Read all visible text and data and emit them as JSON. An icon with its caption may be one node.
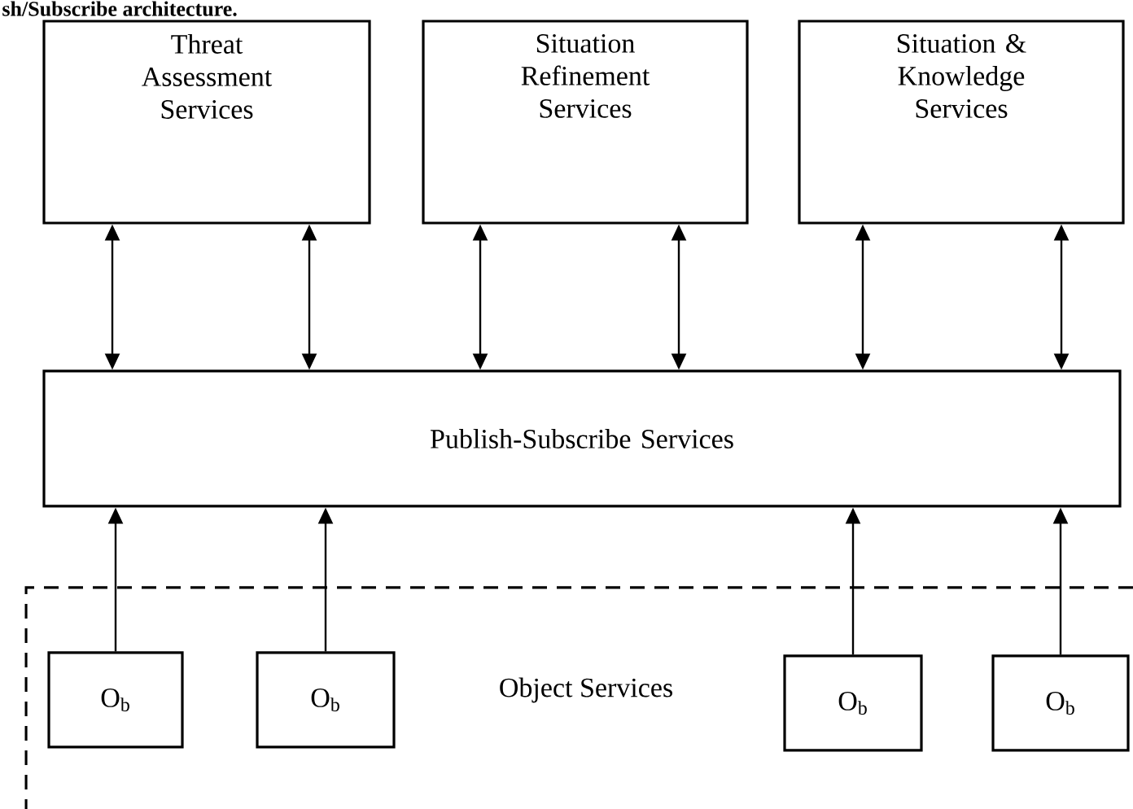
{
  "diagram": {
    "title": "sh/Subscribe architecture.",
    "nodes": [
      {
        "text": [
          "Threat Assessment Services"
        ]
      },
      {
        "text": [
          "Situation Refinement Services"
        ]
      },
      {
        "text": [
          "Situation & Knowledge Services"
        ]
      },
      {
        "text": [
          "Publish-Subscribe Services"
        ]
      },
      {
        "text": [
          "Object Services"
        ]
      },
      {
        "text": [
          "O$_{b}$"
        ],
        "in": 4
      },
      {
        "text": [
          "O$_{b}$"
        ],
        "in": 4
      },
      {
        "text": [
          "O$_{b}$"
        ],
        "in": 4
      },
      {
        "text": [
          "O$_{b}$"
        ],
        "in": 4
      }
    ],
    "edges": [
      {
        "from": 0,
        "to": 3,
        "arrow": "both"
      },
      {
        "from": 0,
        "to": 3,
        "arrow": "both"
      },
      {
        "from": 1,
        "to": 3,
        "arrow": "both"
      },
      {
        "from": 1,
        "to": 3,
        "arrow": "both"
      },
      {
        "from": 2,
        "to": 3,
        "arrow": "both"
      },
      {
        "from": 2,
        "to": 3,
        "arrow": "both"
      },
      {
        "from": 5,
        "to": 3,
        "arrow": "to"
      },
      {
        "from": 6,
        "to": 3,
        "arrow": "to"
      },
      {
        "from": 7,
        "to": 3,
        "arrow": "to"
      },
      {
        "from": 8,
        "to": 3,
        "arrow": "to"
      }
    ]
  }
}
